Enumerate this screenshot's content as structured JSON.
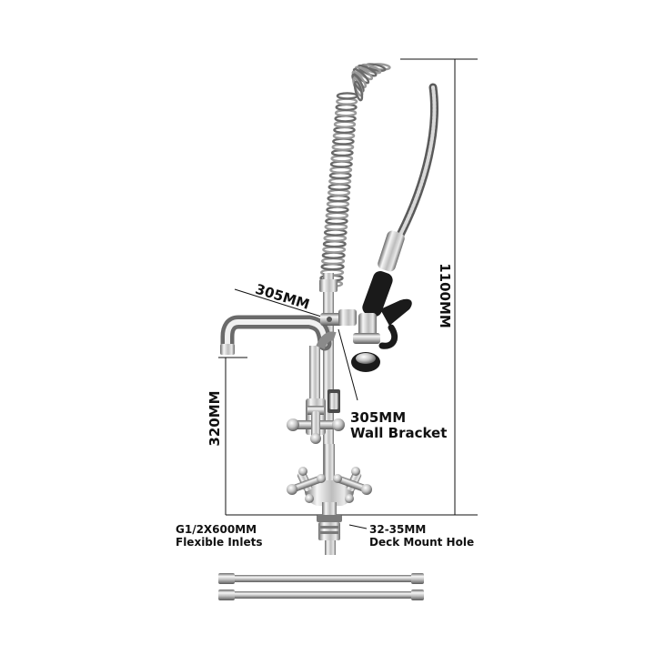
{
  "dimensions": {
    "total_height": "1100MM",
    "spout_length": "305MM",
    "riser_height": "320MM"
  },
  "captions": {
    "wall_bracket": {
      "line1": "305MM",
      "line2": "Wall Bracket"
    },
    "inlets": {
      "line1": "G1/2X600MM",
      "line2": "Flexible Inlets"
    },
    "deck_hole": {
      "line1": "32-35MM",
      "line2": "Deck Mount Hole"
    }
  },
  "colors": {
    "chrome_light": "#f4f4f4",
    "chrome_mid": "#b9b9b9",
    "chrome_dark": "#5e5e5e",
    "rubber": "#1a1a1a",
    "text": "#111111"
  }
}
